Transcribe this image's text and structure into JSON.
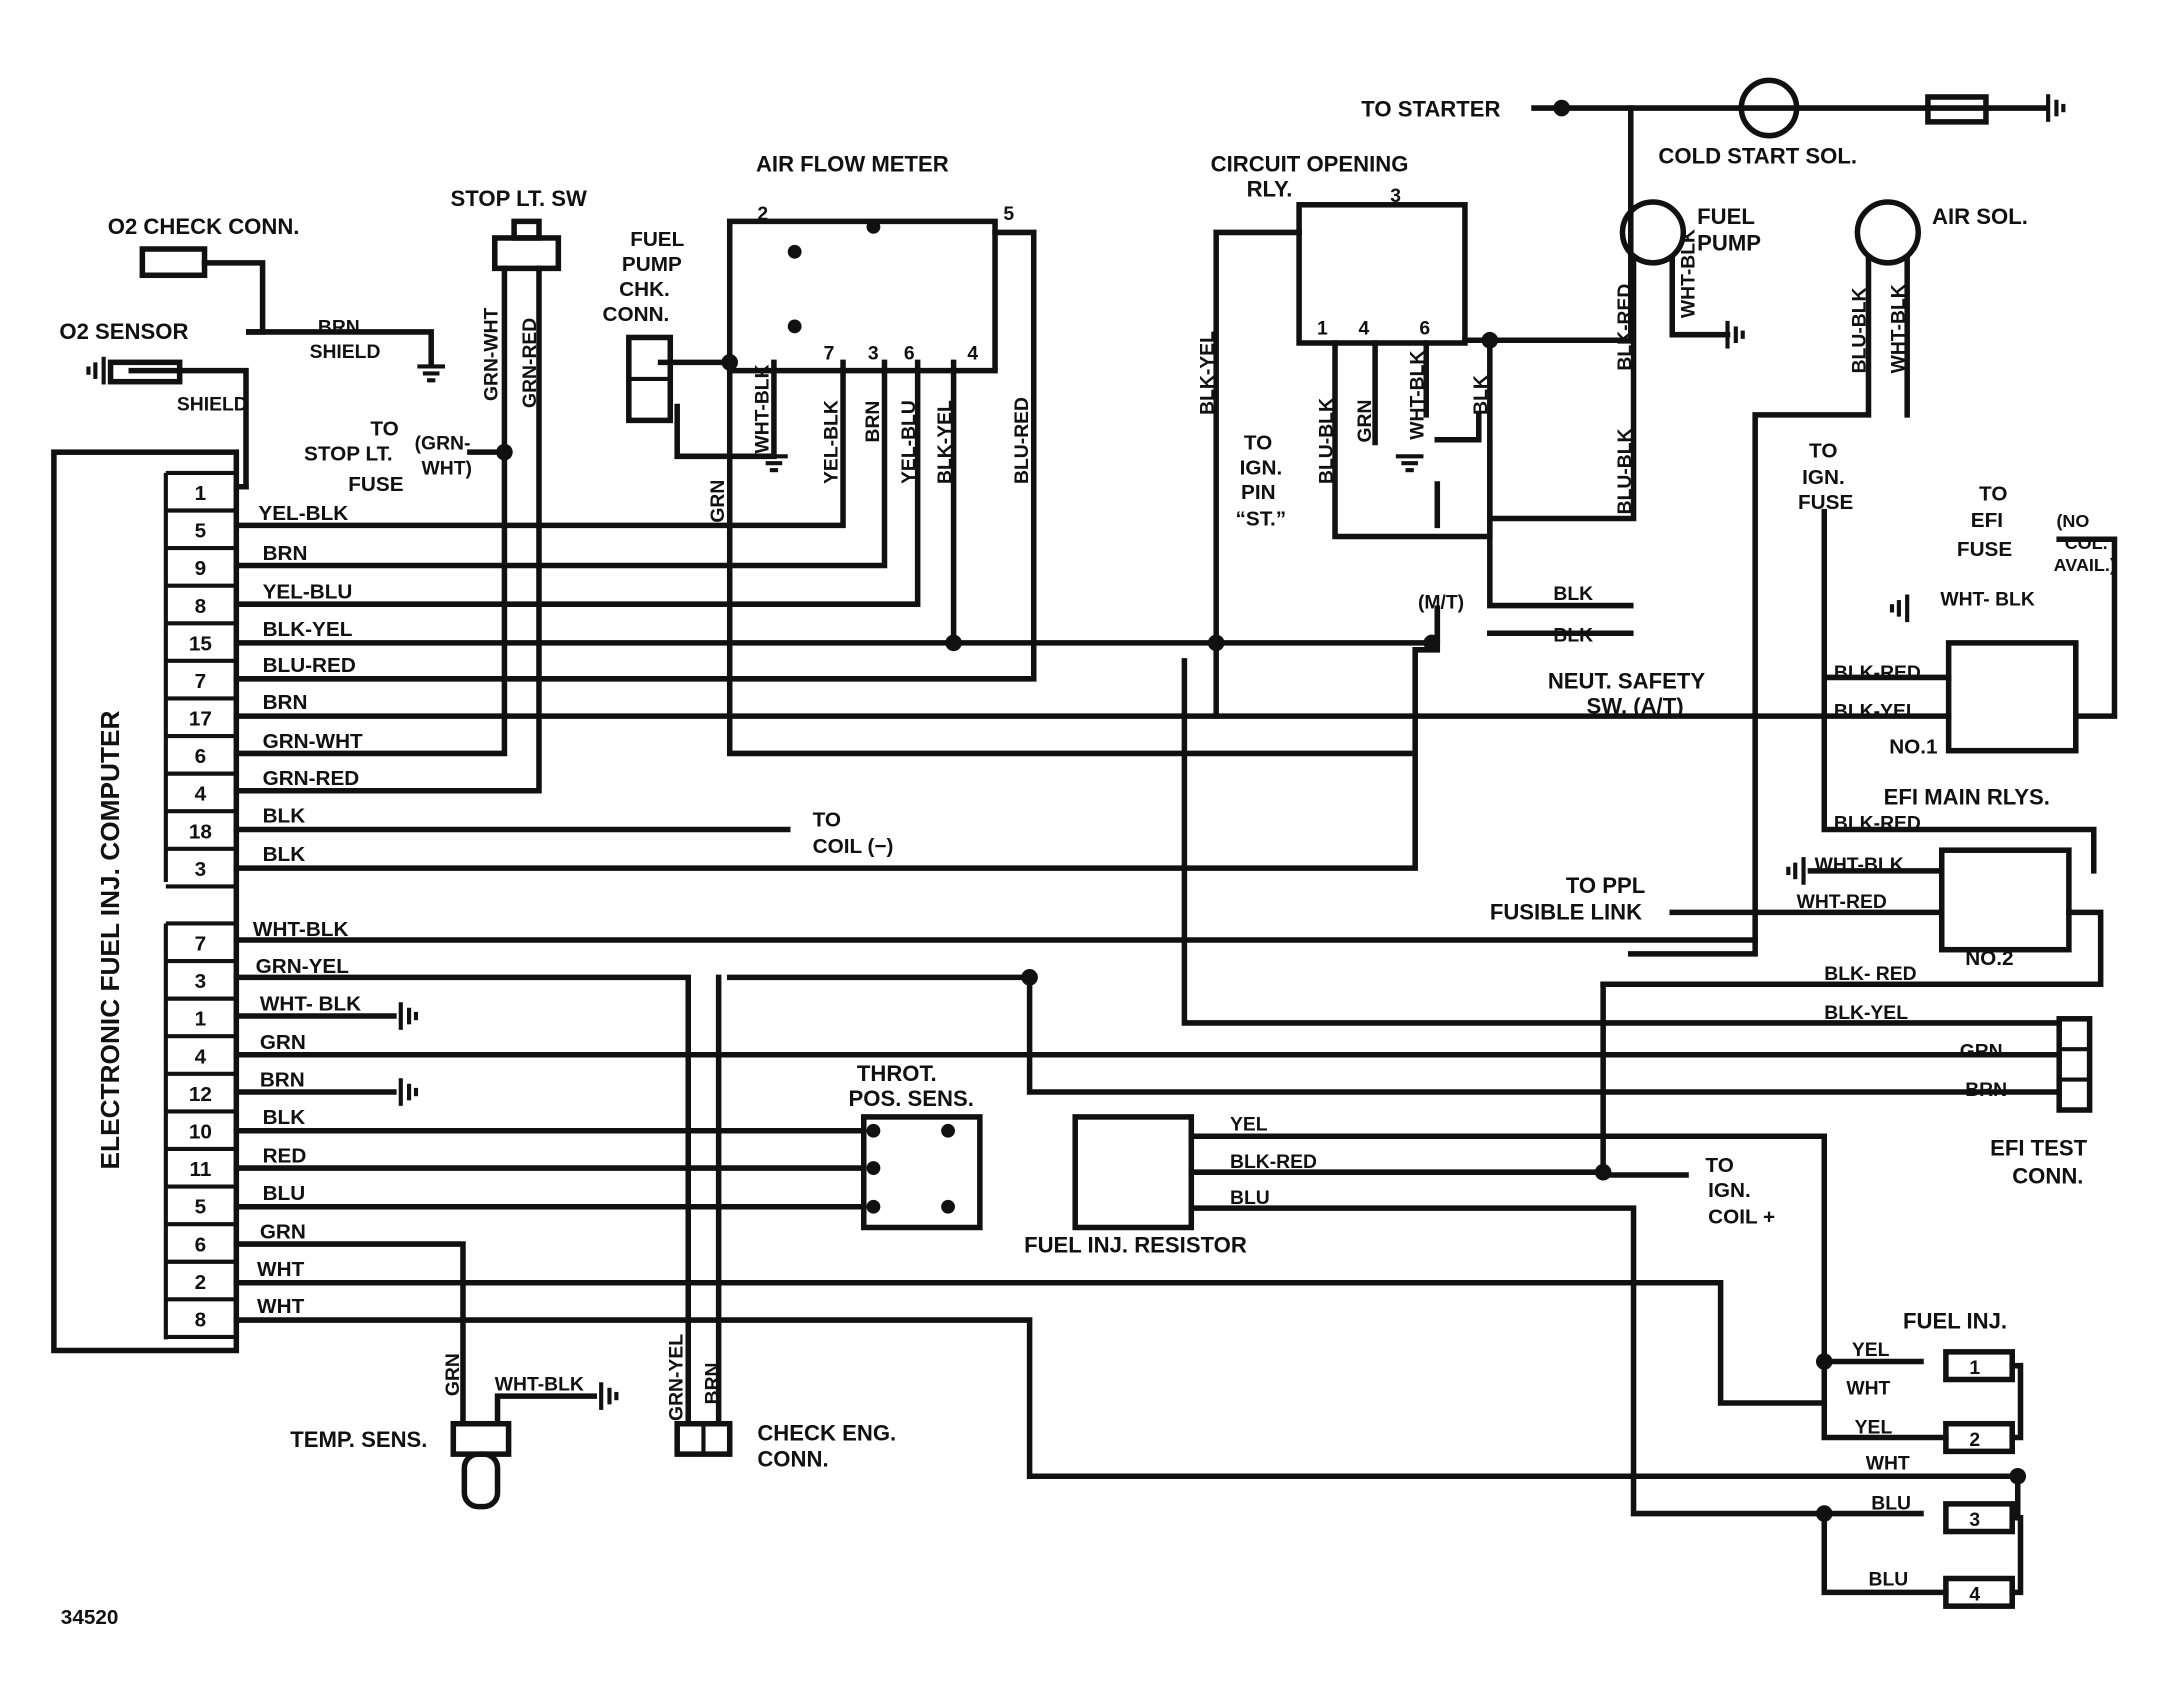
{
  "figure_number": "34520",
  "computer": {
    "title": "ELECTRONIC FUEL INJ. COMPUTER",
    "pins_top": [
      "1",
      "5",
      "9",
      "8",
      "15",
      "7",
      "17",
      "6",
      "4",
      "18",
      "3"
    ],
    "pins_bottom": [
      "7",
      "3",
      "1",
      "4",
      "12",
      "10",
      "11",
      "5",
      "6",
      "2",
      "8"
    ]
  },
  "wires_top": [
    "",
    "YEL-BLK",
    "BRN",
    "YEL-BLU",
    "BLK-YEL",
    "BLU-RED",
    "BRN",
    "GRN-WHT",
    "GRN-RED",
    "BLK",
    "BLK"
  ],
  "wires_bottom": [
    "WHT-BLK",
    "GRN-YEL",
    "WHT- BLK",
    "GRN",
    "BRN",
    "BLK",
    "RED",
    "BLU",
    "GRN",
    "WHT",
    "WHT"
  ],
  "labels": {
    "o2_check_conn": "O2 CHECK CONN.",
    "o2_sensor": "O2 SENSOR",
    "shield": "SHIELD",
    "brn": "BRN",
    "shield2": "SHIELD",
    "stop_lt_sw": "STOP LT. SW",
    "grn_wht_v": "GRN-WHT",
    "grn_red_v": "GRN-RED",
    "to": "TO",
    "stop_lt_fuse_1": "STOP LT.",
    "stop_lt_fuse_2": "FUSE",
    "grn_paren_1": "(GRN-",
    "grn_paren_2": "WHT)",
    "fuel_pump_chk_1": "FUEL",
    "fuel_pump_chk_2": "PUMP",
    "fuel_pump_chk_3": "CHK.",
    "fuel_pump_chk_4": "CONN.",
    "air_flow_meter": "AIR FLOW METER",
    "afm_pin_2": "2",
    "afm_pin_5": "5",
    "afm_pin_7": "7",
    "afm_pin_3": "3",
    "afm_pin_6": "6",
    "afm_pin_4": "4",
    "v_grn": "GRN",
    "v_wht_blk": "WHT-BLK",
    "v_yel_blk": "YEL-BLK",
    "v_brn": "BRN",
    "v_yel_blu": "YEL-BLU",
    "v_blk_yel": "BLK-YEL",
    "v_blu_red": "BLU-RED",
    "to_starter": "TO STARTER",
    "cold_start_sol": "COLD START SOL.",
    "circuit_opening_1": "CIRCUIT OPENING",
    "circuit_opening_2": "RLY.",
    "cor_pin_3": "3",
    "cor_pin_1": "1",
    "cor_pin_4": "4",
    "cor_pin_6": "6",
    "v_blk_yel_2": "BLK-YEL",
    "v_blu_blk": "BLU-BLK",
    "v_grn_2": "GRN",
    "v_wht_blk_2": "WHT-BLK",
    "v_blk": "BLK",
    "to_ign_pin_1": "TO",
    "to_ign_pin_2": "IGN.",
    "to_ign_pin_3": "PIN",
    "to_ign_pin_4": "“ST.”",
    "mt": "(M/T)",
    "fuel_pump_1": "FUEL",
    "fuel_pump_2": "PUMP",
    "v_blk_red": "BLK-RED",
    "v_wht_blk_3": "WHT-BLK",
    "v_blu_blk_2": "BLU-BLK",
    "air_sol": "AIR SOL.",
    "v_blu_blk_3": "BLU-BLK",
    "v_wht_blk_4": "WHT-BLK",
    "to_ign_fuse_1": "TO",
    "to_ign_fuse_2": "IGN.",
    "to_ign_fuse_3": "FUSE",
    "to_efi_fuse_1": "TO",
    "to_efi_fuse_2": "EFI",
    "to_efi_fuse_3": "FUSE",
    "no_col_1": "(NO",
    "no_col_2": "COL.",
    "no_col_3": "AVAIL.)",
    "nss_blk_1": "BLK",
    "nss_blk_2": "BLK",
    "neut_safety_1": "NEUT. SAFETY",
    "neut_safety_2": "SW. (A/T)",
    "relay1_wht_blk": "WHT- BLK",
    "relay1_blk_red": "BLK-RED",
    "relay1_blk_yel": "BLK-YEL",
    "no1": "NO.1",
    "efi_main_rlys": "EFI MAIN RLYS.",
    "relay2_blk_red": "BLK-RED",
    "relay2_wht_blk": "WHT-BLK",
    "relay2_wht_red": "WHT-RED",
    "to_ppl_1": "TO PPL",
    "to_ppl_2": "FUSIBLE LINK",
    "no2": "NO.2",
    "to_coil_1": "TO",
    "to_coil_2": "COIL (−)",
    "blk_red_r": "BLK- RED",
    "blk_yel_r": "BLK-YEL",
    "grn_r": "GRN",
    "brn_r": "BRN",
    "efi_test_1": "EFI TEST",
    "efi_test_2": "CONN.",
    "throt_1": "THROT.",
    "throt_2": "POS. SENS.",
    "res_yel": "YEL",
    "res_blk_red": "BLK-RED",
    "res_blu": "BLU",
    "fuel_inj_resistor": "FUEL INJ. RESISTOR",
    "to_ign_coil_1": "TO",
    "to_ign_coil_2": "IGN.",
    "to_ign_coil_3": "COIL +",
    "fuel_inj": "FUEL INJ.",
    "inj_yel_1": "YEL",
    "inj_wht_1": "WHT",
    "inj_yel_2": "YEL",
    "inj_wht_2": "WHT",
    "inj_blu_1": "BLU",
    "inj_blu_2": "BLU",
    "inj_1": "1",
    "inj_2": "2",
    "inj_3": "3",
    "inj_4": "4",
    "temp_sens": "TEMP. SENS.",
    "v_grn_ts": "GRN",
    "ts_wht_blk": "WHT-BLK",
    "v_grn_yel": "GRN-YEL",
    "v_brn_ce": "BRN",
    "check_eng_1": "CHECK ENG.",
    "check_eng_2": "CONN."
  }
}
